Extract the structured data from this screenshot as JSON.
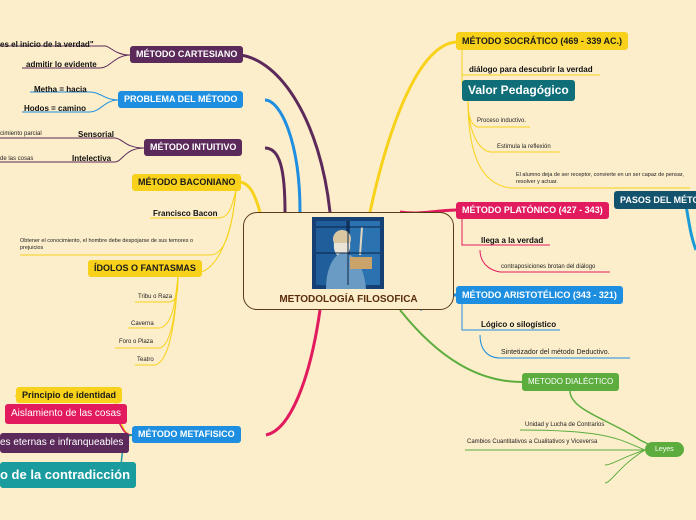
{
  "central": {
    "title": "METODOLOGÍA FILOSOFICA",
    "image": "philosopher-stained-glass"
  },
  "left": {
    "cartesiano": {
      "title": "MÉTODO CARTESIANO",
      "items": [
        "es el inicio de la verdad\"",
        "admitir lo evidente"
      ]
    },
    "problema": {
      "title": "PROBLEMA DEL MÉTODO",
      "items": [
        "Metha = hacia",
        "Hodos = camino"
      ]
    },
    "intuitivo": {
      "title": "MÉTODO INTUITIVO",
      "items": [
        "Sensorial",
        "Intelectiva"
      ],
      "sub": [
        "cimiento parcial",
        "de las cosas"
      ]
    },
    "baconiano": {
      "title": "MÉTODO BACONIANO",
      "author": "Francisco Bacon",
      "desc": "Obtener el conocimiento, el hombre debe despojarse de sus temores o prejuicios",
      "idolos": "ÍDOLOS O FANTASMAS",
      "idolos_items": [
        "Tribu o Raza",
        "Caverna",
        "Foro o Plaza",
        "Teatro"
      ]
    },
    "metafisico": {
      "title": "MÉTODO METAFISICO",
      "items": [
        "Principio de identidad",
        "Aislamiento de las cosas",
        "es eternas e infranqueables",
        "o de la contradicción"
      ]
    }
  },
  "right": {
    "socratico": {
      "title": "MÉTODO SOCRÁTICO (469 - 339 AC.)",
      "item": "diálogo para descubrir la verdad",
      "valor": "Valor Pedagógico",
      "valor_items": [
        "Proceso inductivo.",
        "Estimula la reflexión",
        "El alumno deja de ser receptor, convierte en un ser capaz de pensar, resolver y actuar."
      ]
    },
    "pasos": "PASOS DEL MÉTODO",
    "platonico": {
      "title": "MÉTODO PLATÓNICO (427 - 343)",
      "item": "llega a la verdad",
      "sub": "contraposiciones brotan del diálogo"
    },
    "aristotelico": {
      "title": "MÉTODO ARISTOTÉLICO (343 - 321)",
      "item": "Lógico o silogístico",
      "sub": "Sintetizador del método Deductivo."
    },
    "dialectico": {
      "title": "METODO DIALÉCTICO",
      "leyes": "Leyes",
      "items": [
        "Unidad y Lucha de Contrarios",
        "Cambios Cuantitativos a Cualitativos y Viceversa"
      ]
    }
  },
  "colors": {
    "background": "#fdeecb",
    "purple": "#5b2a5a",
    "blue": "#1e8fe0",
    "yellow": "#f8d21a",
    "pink": "#e11b5e",
    "green": "#5cad3e",
    "teal": "#1a9b9d"
  }
}
